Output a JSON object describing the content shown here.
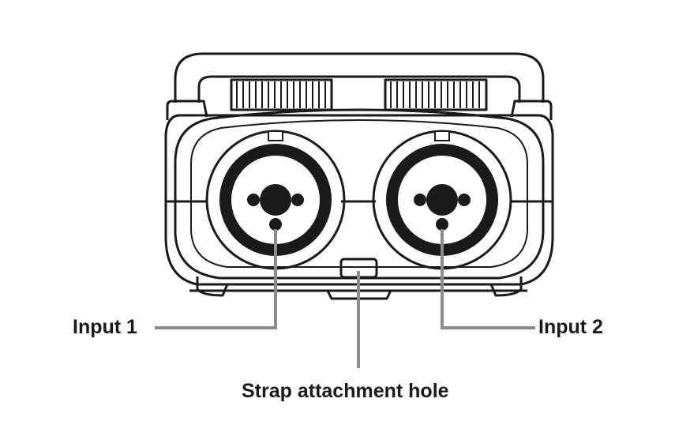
{
  "labels": {
    "input1": "Input 1",
    "input2": "Input 2",
    "strap_hole": "Strap attachment hole"
  },
  "colors": {
    "outline": "#1a1a1a",
    "leader_line": "#8c8c8c",
    "background": "#ffffff"
  },
  "icons": [
    "combo-jack-icon",
    "knob-icon",
    "handle-icon"
  ]
}
